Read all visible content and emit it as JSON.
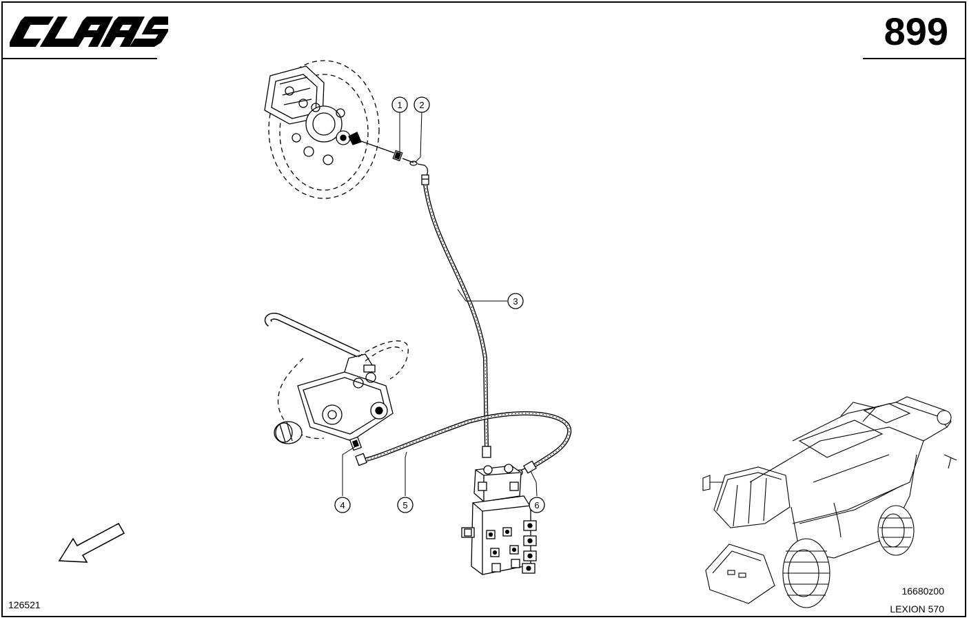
{
  "header": {
    "brand_logo_text": "CLAAS",
    "page_number": "899"
  },
  "callouts": [
    {
      "label": "1"
    },
    {
      "label": "2"
    },
    {
      "label": "3"
    },
    {
      "label": "4"
    },
    {
      "label": "5"
    },
    {
      "label": "6"
    }
  ],
  "footer": {
    "figure_id": "126521",
    "drawing_code": "16680z00",
    "model": "LEXION 570"
  },
  "icons": {
    "direction_arrow": "direction-arrow-icon",
    "machine_overview": "combine-harvester-overview-icon"
  },
  "colors": {
    "ink": "#000000",
    "paper": "#ffffff"
  }
}
